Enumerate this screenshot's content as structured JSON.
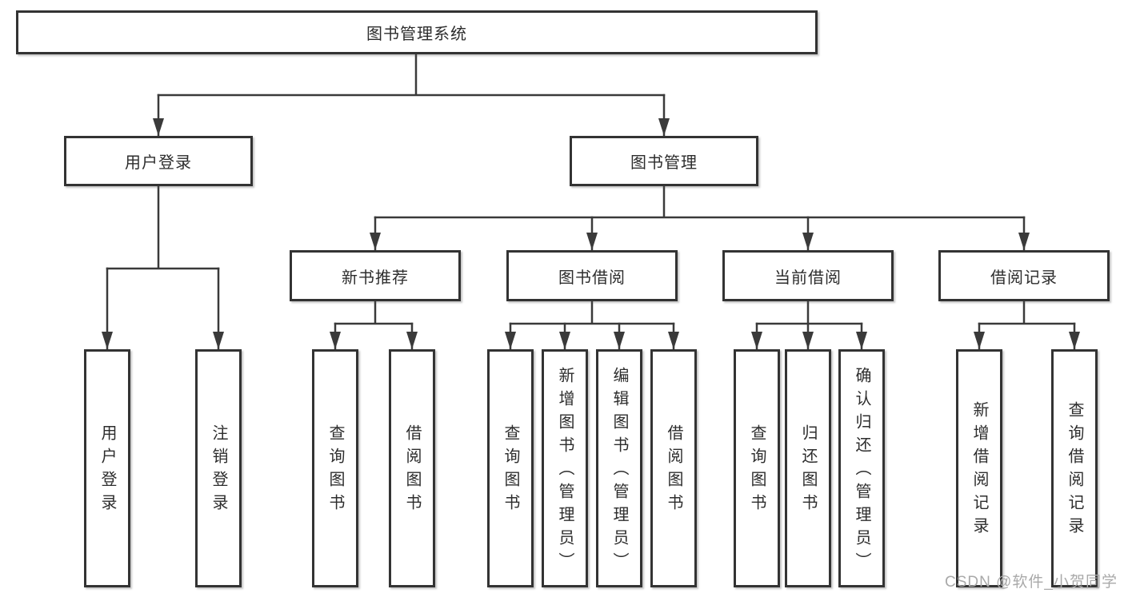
{
  "diagram": {
    "title": "图书管理系统",
    "root": {
      "label": "图书管理系统"
    },
    "branches": [
      {
        "label": "用户登录",
        "children": [
          {
            "label": "用户登录"
          },
          {
            "label": "注销登录"
          }
        ]
      },
      {
        "label": "图书管理",
        "children": [
          {
            "label": "新书推荐",
            "children": [
              {
                "label": "查询图书"
              },
              {
                "label": "借阅图书"
              }
            ]
          },
          {
            "label": "图书借阅",
            "children": [
              {
                "label": "查询图书"
              },
              {
                "label": "新增图书（管理员）"
              },
              {
                "label": "编辑图书（管理员）"
              },
              {
                "label": "借阅图书"
              }
            ]
          },
          {
            "label": "当前借阅",
            "children": [
              {
                "label": "查询图书"
              },
              {
                "label": "归还图书"
              },
              {
                "label": "确认归还（管理员）"
              }
            ]
          },
          {
            "label": "借阅记录",
            "children": [
              {
                "label": "新增借阅记录"
              },
              {
                "label": "查询借阅记录"
              }
            ]
          }
        ]
      }
    ]
  },
  "watermark": {
    "text": "CSDN @软件_小贺同学"
  },
  "colors": {
    "line": "#3a3a3a",
    "border": "#333333",
    "text": "#2d2d2d",
    "watermark": "#a9a9a9",
    "background": "#ffffff"
  }
}
